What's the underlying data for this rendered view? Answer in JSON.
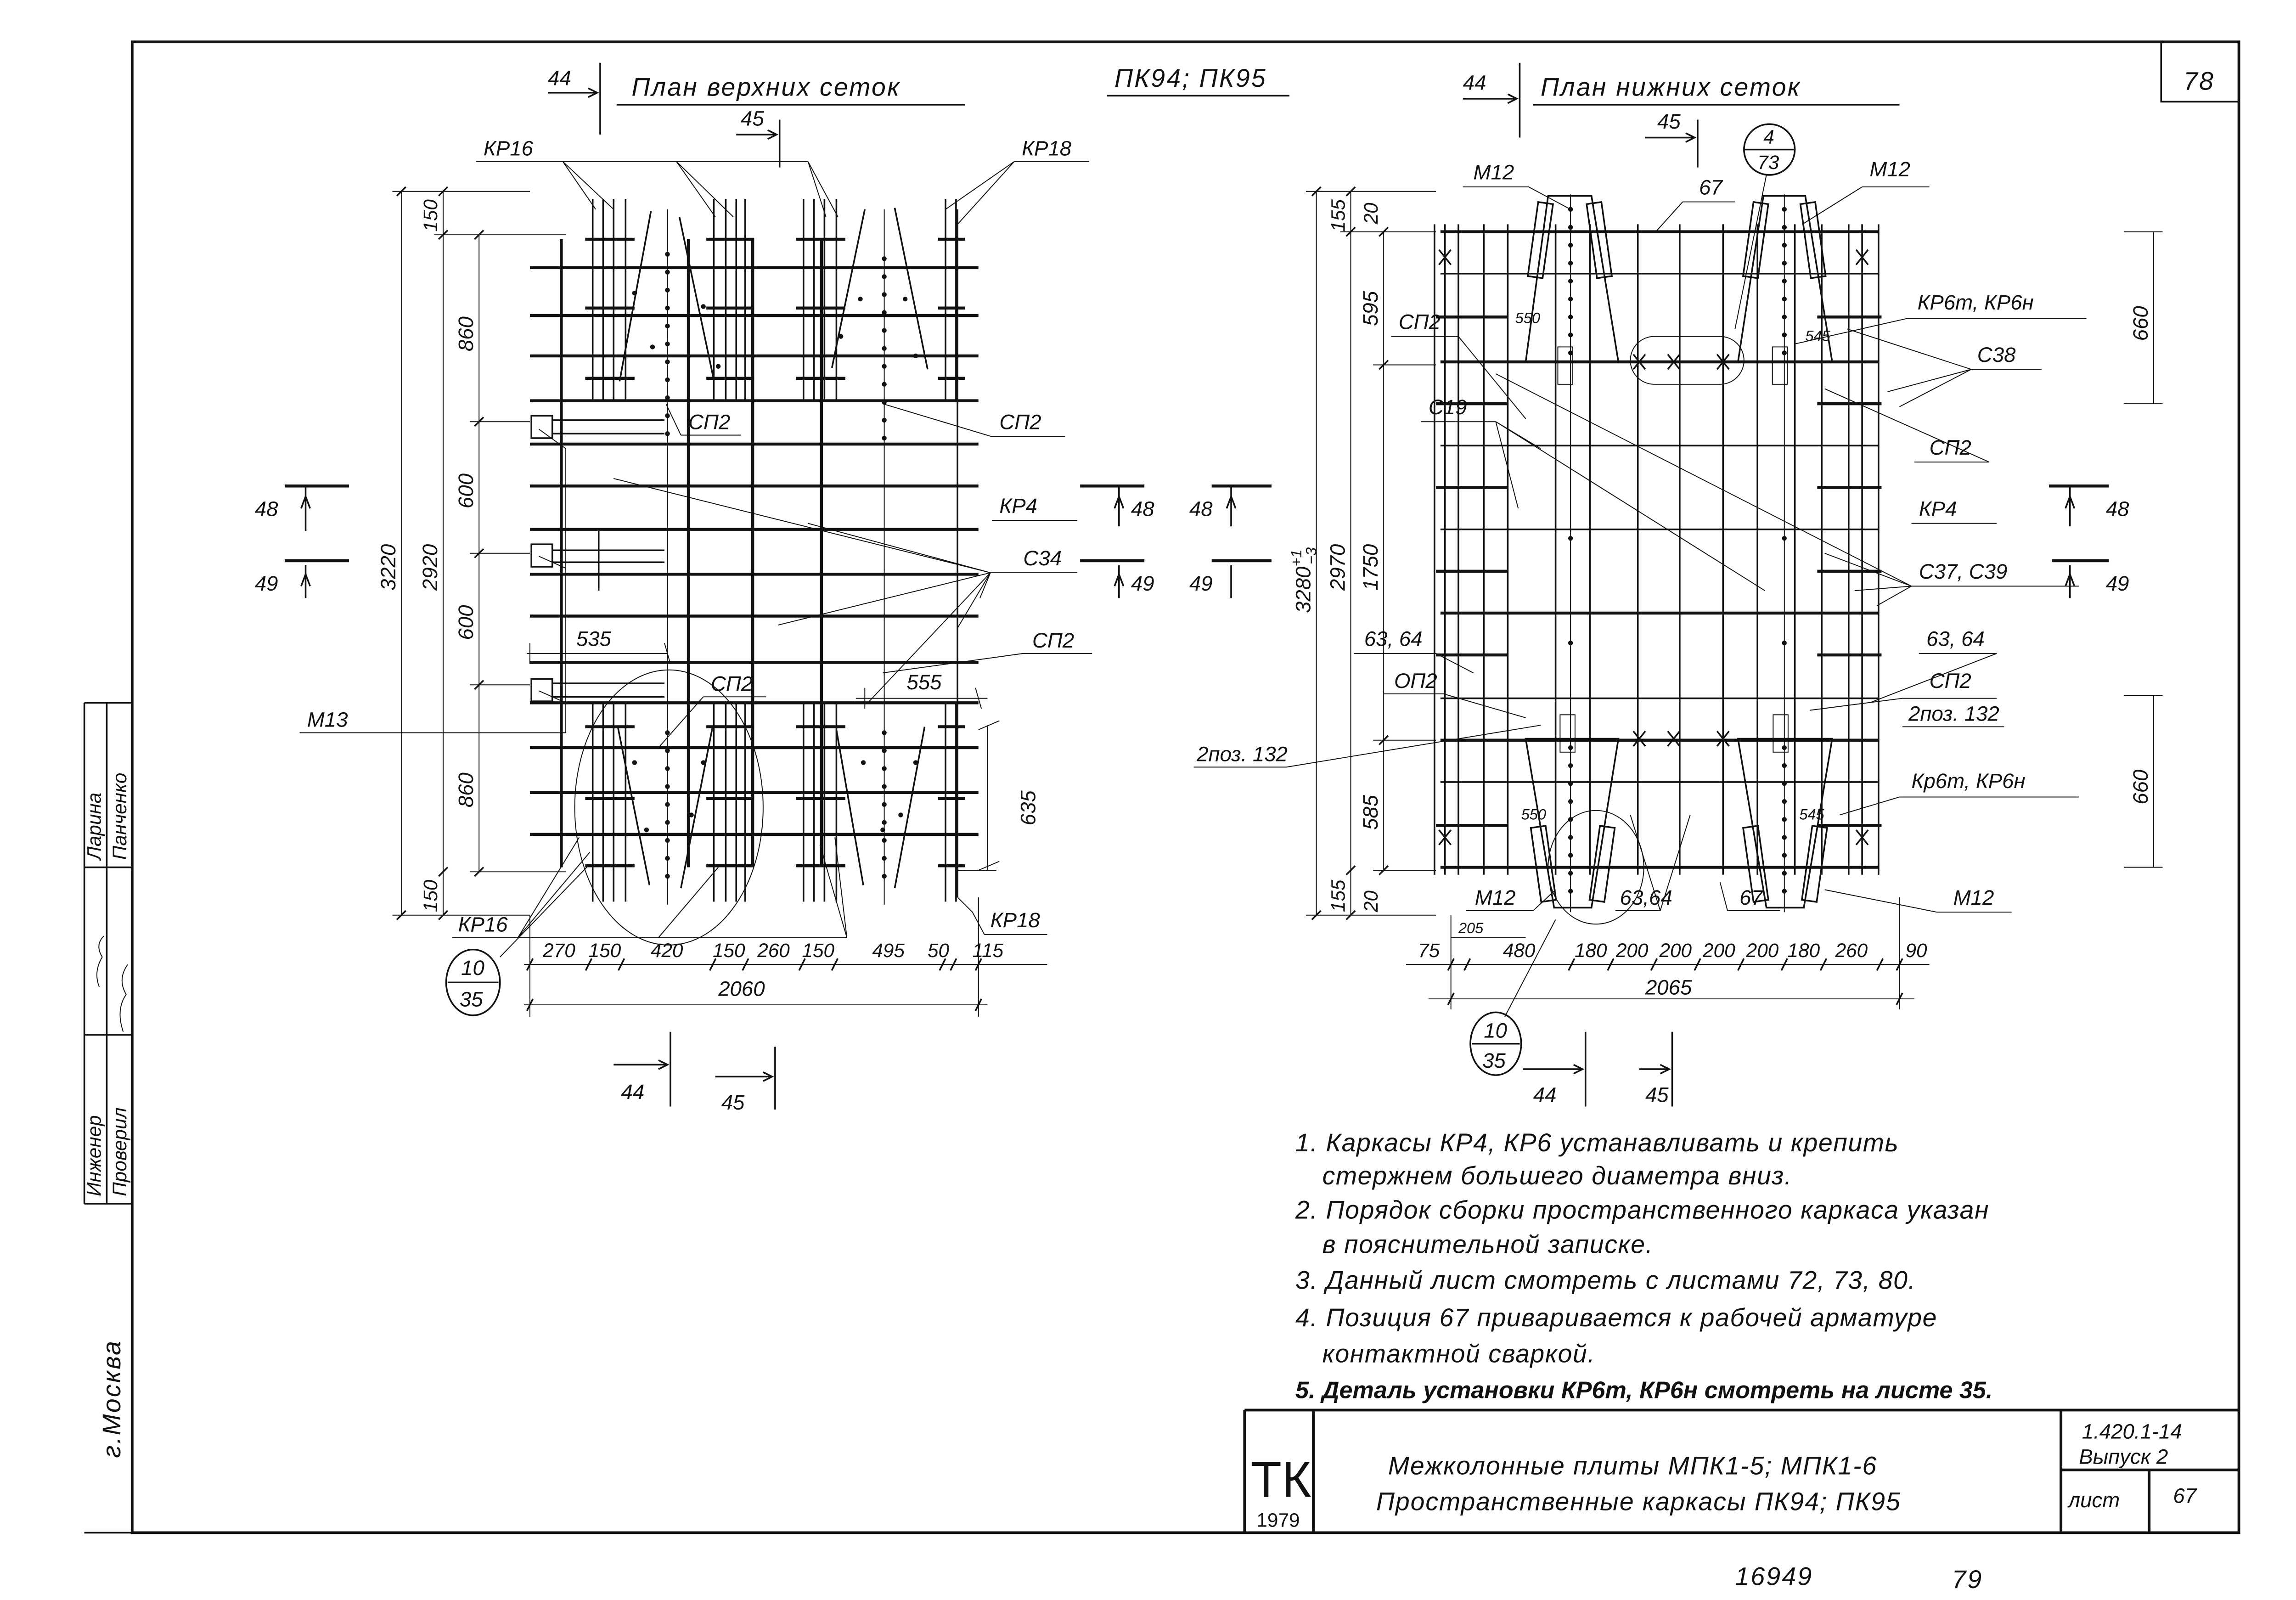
{
  "sheet": {
    "page_number": "78",
    "title_code": "ПК94; ПК95",
    "bottom_number": "16949",
    "bottom_page": "79"
  },
  "side_stamp": {
    "role_1": "Инженер",
    "role_2": "Проверил",
    "name_1": "Ларина",
    "name_2": "Панченко",
    "city": "г.Москва"
  },
  "left_plan": {
    "title": "План верхних сеток",
    "section_44": "44",
    "section_45": "45",
    "section_48": "48",
    "section_49": "49",
    "labels": {
      "kp16": "КР16",
      "kp18": "КР18",
      "sp2": "СП2",
      "kp4": "КР4",
      "s34": "С34",
      "m13": "М13"
    },
    "dims": {
      "total_height": "3220",
      "grid_height": "2920",
      "edge": "150",
      "outer_span": "860",
      "inner_span": "600",
      "d535": "535",
      "d555": "555",
      "d635": "635",
      "total_width": "2060",
      "chain": [
        "270",
        "150",
        "420",
        "150",
        "260",
        "150",
        "495",
        "50",
        "115"
      ]
    },
    "detail_ref": {
      "top": "10",
      "bottom": "35"
    }
  },
  "right_plan": {
    "title": "План нижних сеток",
    "section_44": "44",
    "section_45": "45",
    "section_48": "48",
    "section_49": "49",
    "detail_ref_top": {
      "top": "4",
      "bottom": "73"
    },
    "detail_ref_bottom": {
      "top": "10",
      "bottom": "35"
    },
    "labels": {
      "m12": "М12",
      "p67": "67",
      "sp2": "СП2",
      "c19": "С19",
      "p6364": "63, 64",
      "p6364_short": "63,64",
      "op2": "ОП2",
      "pos132": "2поз. 132",
      "kr6": "КР6т, КР6н",
      "kr6_lower": "Кр6т, КР6н",
      "c38": "С38",
      "kp4": "КР4",
      "c37c39": "С37, С39"
    },
    "dims": {
      "total_height": "3280",
      "tol_plus": "+1",
      "tol_minus": "−3",
      "grid_height": "2970",
      "middle": "1750",
      "top_span": "595",
      "bottom_span": "585",
      "edge": "155",
      "edge_small": "20",
      "d550": "550",
      "d545": "545",
      "d205": "205",
      "d660": "660",
      "total_width": "2065",
      "chain": [
        "75",
        "480",
        "180",
        "200",
        "200",
        "200",
        "200",
        "180",
        "260",
        "90"
      ]
    }
  },
  "notes": [
    "1. Каркасы  КР4, КР6  устанавливать  и  крепить",
    "стержнем  большего  диаметра  вниз.",
    "2. Порядок  сборки  пространственного  каркаса  указан",
    "в  пояснительной  записке.",
    "3. Данный  лист  смотреть  с  листами  72, 73, 80.",
    "4. Позиция 67  приваривается  к  рабочей  арматуре",
    "контактной  сваркой.",
    "5. Деталь установки КР6т, КР6н смотреть на листе 35."
  ],
  "title_block": {
    "logo": "ТК",
    "year": "1979",
    "line_1": "Межколонные  плиты  МПК1-5;  МПК1-6",
    "line_2": "Пространственные  каркасы  ПК94; ПК95",
    "series": "1.420.1-14",
    "issue": "Выпуск 2",
    "sheet_label": "лист",
    "sheet_number": "67"
  }
}
